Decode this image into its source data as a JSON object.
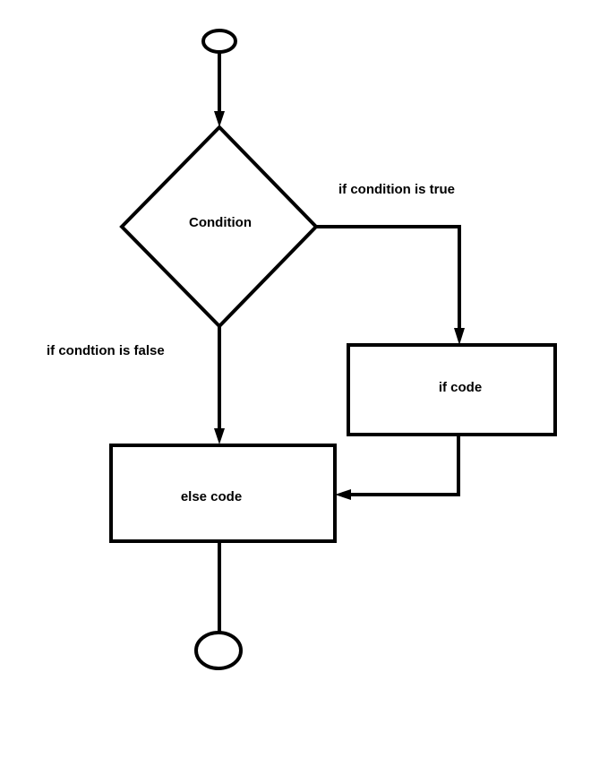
{
  "diagram": {
    "type": "flowchart",
    "nodes": {
      "start": {
        "shape": "ellipse",
        "label": ""
      },
      "condition": {
        "shape": "diamond",
        "label": "Condition"
      },
      "if_code": {
        "shape": "rectangle",
        "label": "if code"
      },
      "else_code": {
        "shape": "rectangle",
        "label": "else code"
      },
      "end": {
        "shape": "ellipse",
        "label": ""
      }
    },
    "edges": {
      "true_branch": {
        "label": "if condition is true"
      },
      "false_branch": {
        "label": "if condtion is false"
      }
    }
  }
}
